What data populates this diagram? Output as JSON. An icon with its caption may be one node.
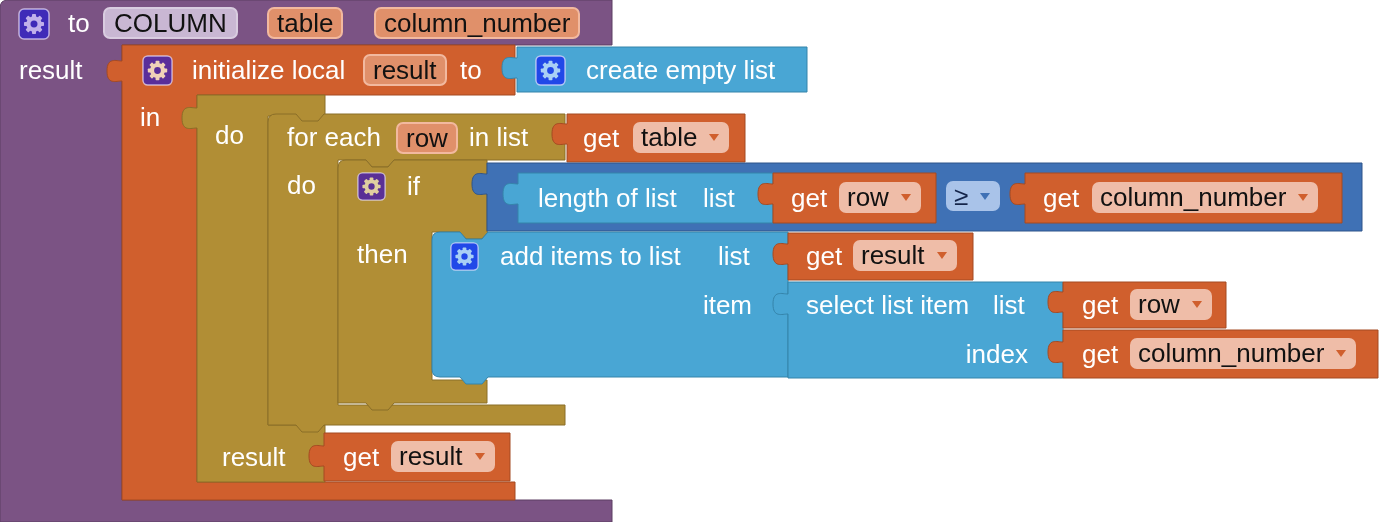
{
  "diagram": {
    "nodes": [
      {
        "text": [
          "to",
          "COLUMN",
          "table",
          "column_number",
          "result"
        ]
      },
      {
        "text": [
          "initialize local",
          "result",
          "to",
          "in"
        ],
        "in": 0
      },
      {
        "text": [
          "create empty list"
        ]
      },
      {
        "text": [
          "do",
          "result"
        ],
        "in": 1
      },
      {
        "text": [
          "for each",
          "row",
          "in list",
          "do"
        ],
        "in": 0
      },
      {
        "text": [
          "get",
          "table"
        ]
      },
      {
        "text": [
          "if",
          "then"
        ],
        "in": 4
      },
      {
        "text": [
          "≥"
        ]
      },
      {
        "text": [
          "length of list",
          "list"
        ],
        "in": 7
      },
      {
        "text": [
          "get",
          "row"
        ],
        "in": 7
      },
      {
        "text": [
          "get",
          "column_number"
        ],
        "in": 7
      },
      {
        "text": [
          "add items to list",
          "list",
          "item"
        ]
      },
      {
        "text": [
          "get",
          "result"
        ]
      },
      {
        "text": [
          "select list item",
          "list",
          "index"
        ]
      },
      {
        "text": [
          "get",
          "row"
        ]
      },
      {
        "text": [
          "get",
          "column_number"
        ]
      },
      {
        "text": [
          "get",
          "result"
        ],
        "in": 1
      }
    ]
  }
}
